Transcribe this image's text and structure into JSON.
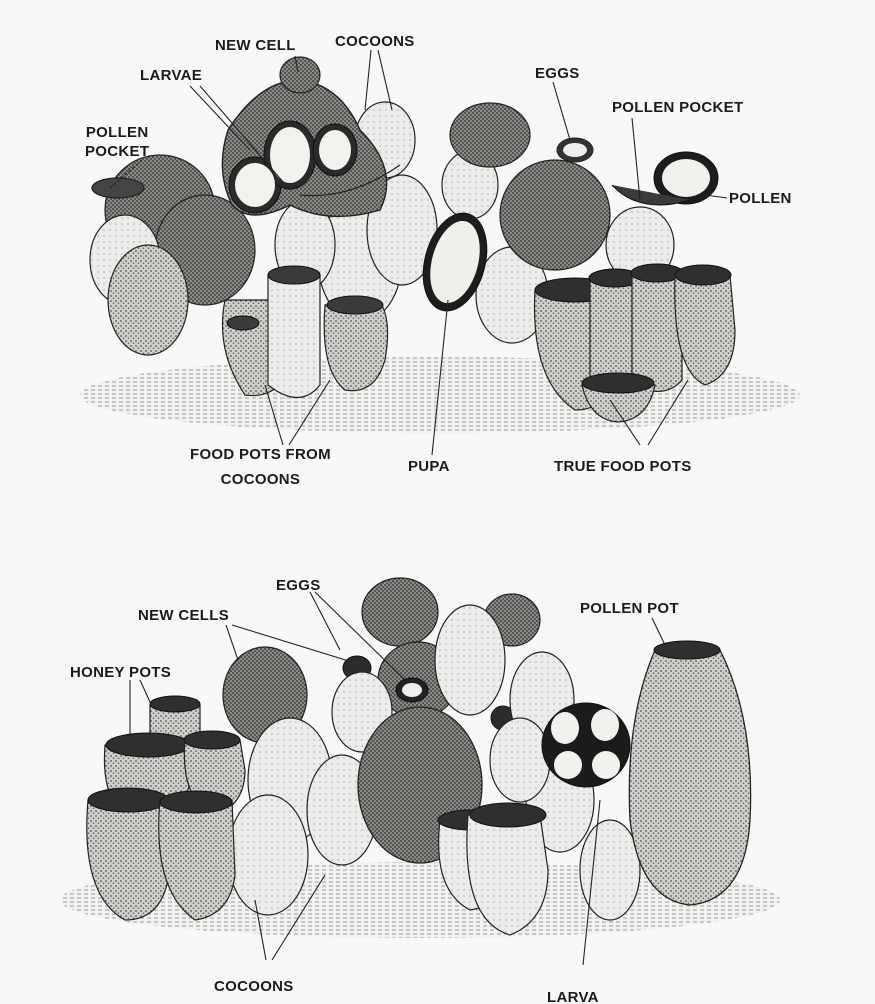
{
  "colors": {
    "paper": "#f7f8f8",
    "ink": "#1b1b1b",
    "pot_shade": "#6e6e6e",
    "cocoon_fill": "#ededeb",
    "dark_cell": "#3c3c3c"
  },
  "top_diagram": {
    "labels": {
      "new_cell": "NEW CELL",
      "cocoons": "COCOONS",
      "larvae": "LARVAE",
      "eggs": "EGGS",
      "pollen_pocket_right": "POLLEN POCKET",
      "pollen_pocket_left_line1": "POLLEN",
      "pollen_pocket_left_line2": "POCKET",
      "pollen": "POLLEN",
      "food_pots_line1": "FOOD POTS FROM",
      "food_pots_line2": "COCOONS",
      "pupa": "PUPA",
      "true_food_pots": "TRUE FOOD POTS"
    }
  },
  "bottom_diagram": {
    "labels": {
      "eggs": "EGGS",
      "new_cells": "NEW CELLS",
      "pollen_pot": "POLLEN POT",
      "honey_pots": "HONEY POTS",
      "cocoons": "COCOONS",
      "larva": "LARVA"
    }
  }
}
